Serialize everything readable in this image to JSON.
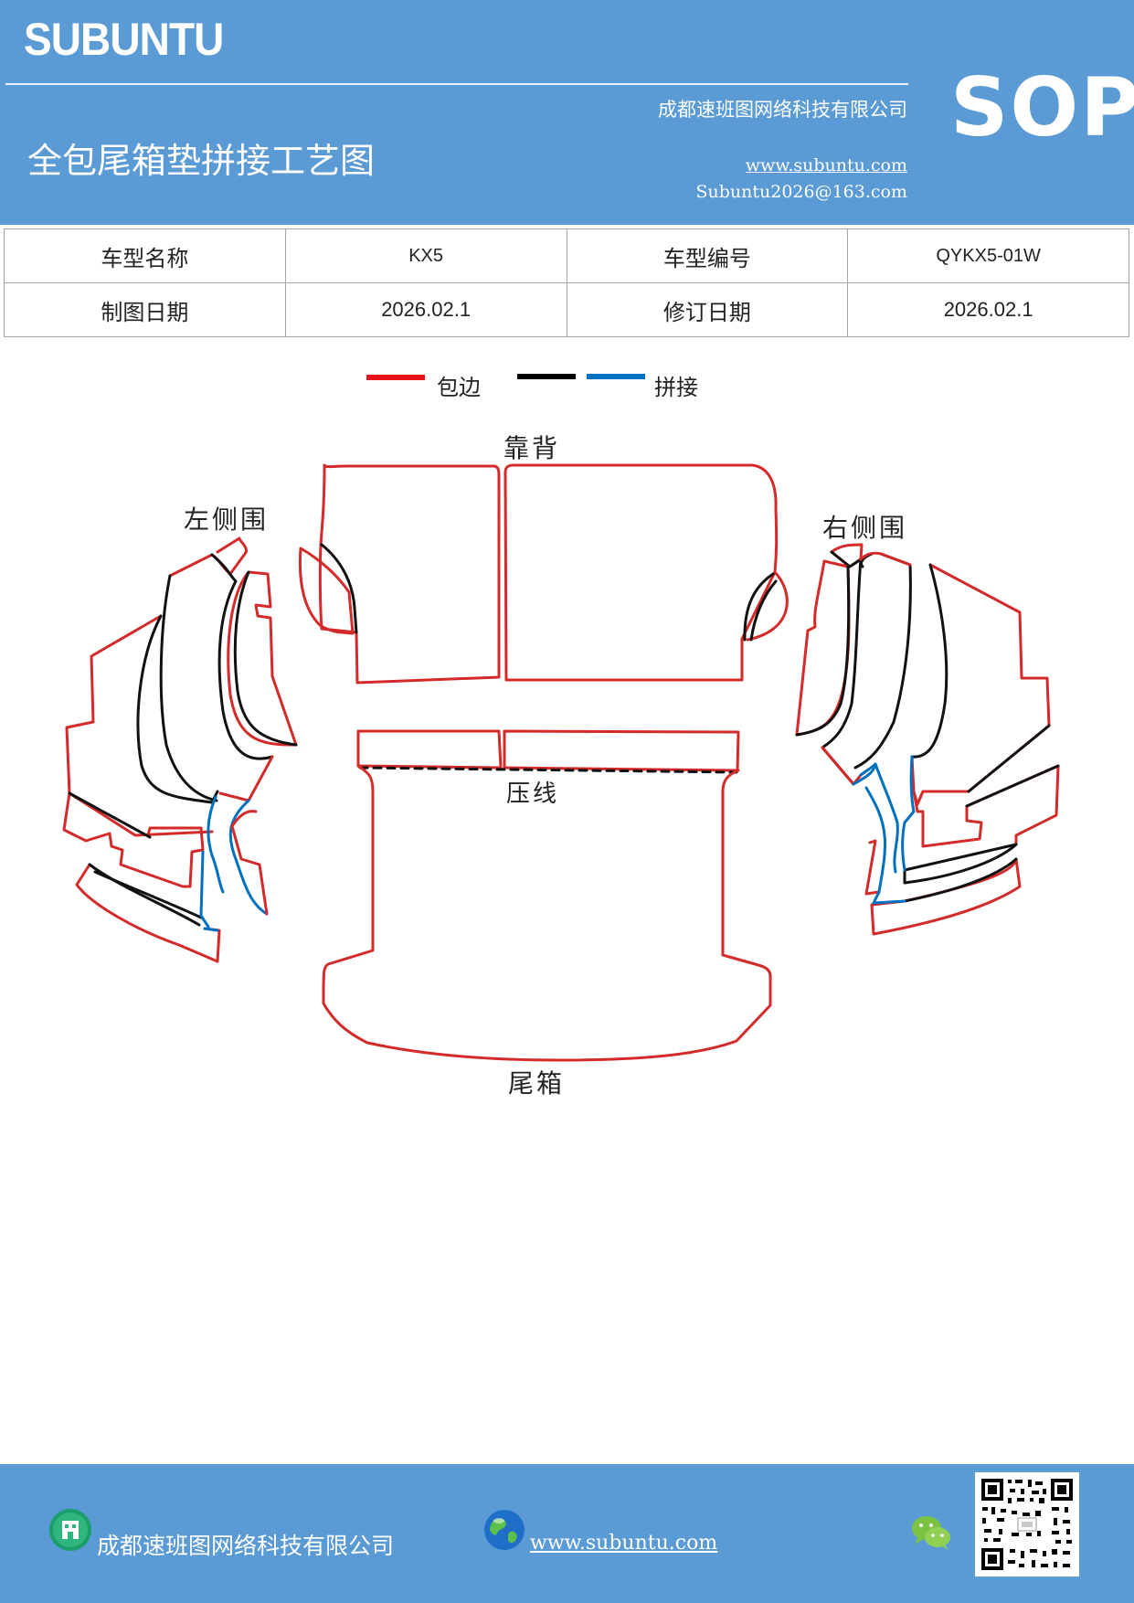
{
  "header": {
    "brand": "SUBUNTU",
    "sop": "SOP",
    "title": "全包尾箱垫拼接工艺图",
    "company": "成都速班图网络科技有限公司",
    "website": "www.subuntu.com",
    "email": "Subuntu2026@163.com"
  },
  "info": {
    "model_name_label": "车型名称",
    "model_name": "KX5",
    "model_code_label": "车型编号",
    "model_code": "QYKX5-01W",
    "draw_date_label": "制图日期",
    "draw_date": "2026.02.1",
    "revise_date_label": "修订日期",
    "revise_date": "2026.02.1"
  },
  "legend": {
    "edge_label": "包边",
    "splice_label": "拼接",
    "edge_color": "#e8141b",
    "black_color": "#000000",
    "splice_color": "#0070c0"
  },
  "diagram": {
    "backrest": "靠背",
    "left_side": "左侧围",
    "right_side": "右侧围",
    "press_line": "压线",
    "trunk": "尾箱"
  },
  "footer": {
    "company": "成都速班图网络科技有限公司",
    "website": "www.subuntu.com"
  }
}
